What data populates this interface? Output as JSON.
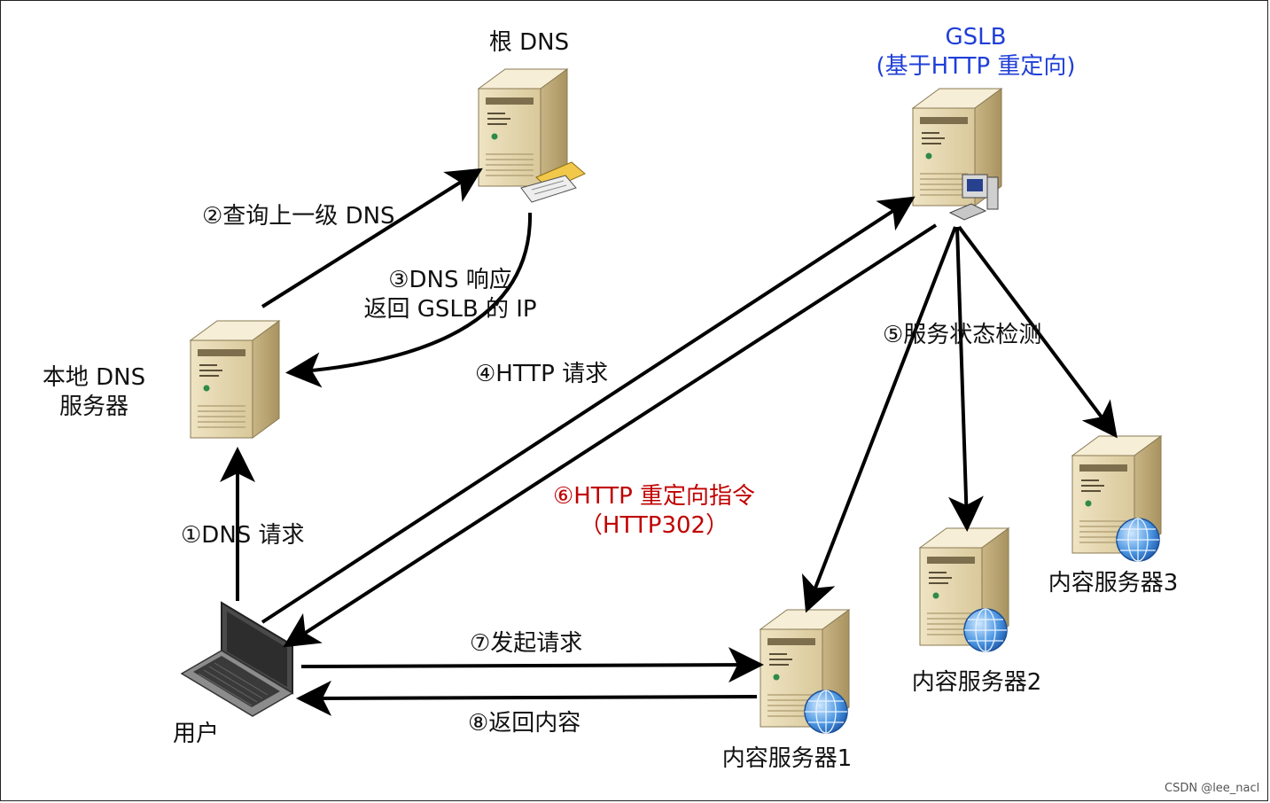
{
  "nodes": {
    "root_dns": {
      "label": "根 DNS"
    },
    "local_dns": {
      "label_line1": "本地 DNS",
      "label_line2": "服务器"
    },
    "gslb": {
      "label_line1": "GSLB",
      "label_line2": "(基于HTTP 重定向)"
    },
    "user": {
      "label": "用户"
    },
    "content1": {
      "label": "内容服务器1"
    },
    "content2": {
      "label": "内容服务器2"
    },
    "content3": {
      "label": "内容服务器3"
    }
  },
  "steps": {
    "s1": "①DNS 请求",
    "s2": "②查询上一级 DNS",
    "s3_line1": "③DNS 响应",
    "s3_line2": "返回 GSLB 的 IP",
    "s4": "④HTTP 请求",
    "s5": "⑤服务状态检测",
    "s6_line1": "⑥HTTP 重定向指令",
    "s6_line2": "（HTTP302）",
    "s7": "⑦发起请求",
    "s8": "⑧返回内容"
  },
  "watermark": "CSDN @lee_nacl",
  "colors": {
    "gslb_title": "#1f3fd8",
    "redirect_step": "#c00000",
    "arrow": "#000000"
  }
}
